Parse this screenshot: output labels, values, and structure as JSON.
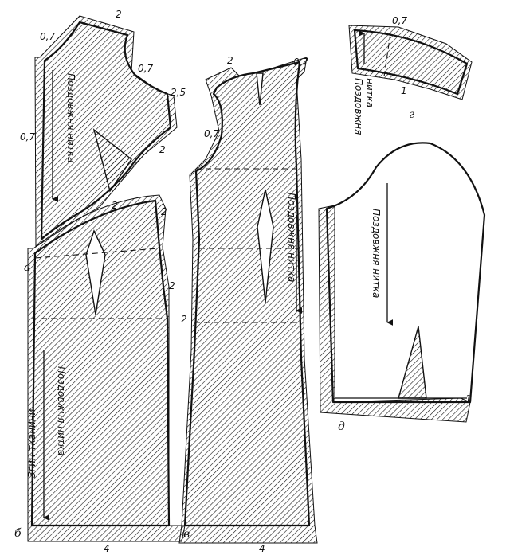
{
  "labels": {
    "grain": "Поздовжня нитка",
    "grain_short_1": "Поздовжня",
    "grain_short_2": "нитка",
    "fold": "Згин тканини",
    "letters": {
      "a": "а",
      "b": "б",
      "v": "в",
      "g": "г",
      "d": "д"
    },
    "allowances": {
      "a07": "0,7",
      "a2": "2",
      "a25": "2,5",
      "a1": "1",
      "a4": "4"
    }
  }
}
